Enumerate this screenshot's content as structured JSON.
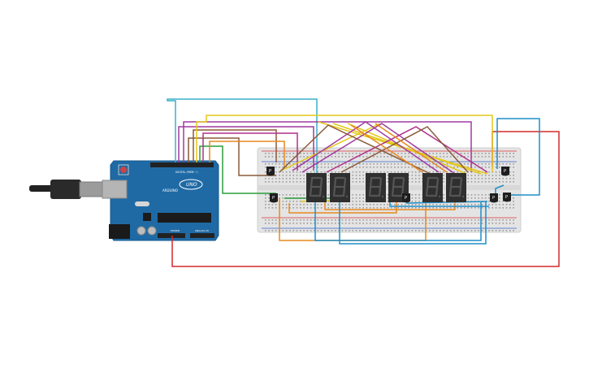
{
  "arduino": {
    "logo_text": "ARDUINO",
    "model": "UNO",
    "header_digital": "DIGITAL (PWM ~)",
    "header_power": "POWER",
    "header_analog": "ANALOG IN",
    "board_color": "#1f6aa5",
    "usb_color": "#9b9b9b"
  },
  "breadboard": {
    "color": "#e4e4e4",
    "rail_red": "#d33",
    "rail_blue": "#36c"
  },
  "displays": {
    "count": 6,
    "digit_value": "8",
    "segment_color": "#3a3a3a",
    "body_color": "#2f2f2f"
  },
  "transistors": {
    "label": "P",
    "color": "#1e1e1e"
  },
  "wires": {
    "colors": {
      "red": "#d42a2a",
      "green": "#2a9d3a",
      "blue": "#1f8fc9",
      "cyan": "#3ab0c9",
      "orange": "#e8891f",
      "yellow": "#e3c81a",
      "purple": "#a03aa0",
      "magenta": "#b0308a",
      "brown": "#8a5a3a"
    }
  }
}
